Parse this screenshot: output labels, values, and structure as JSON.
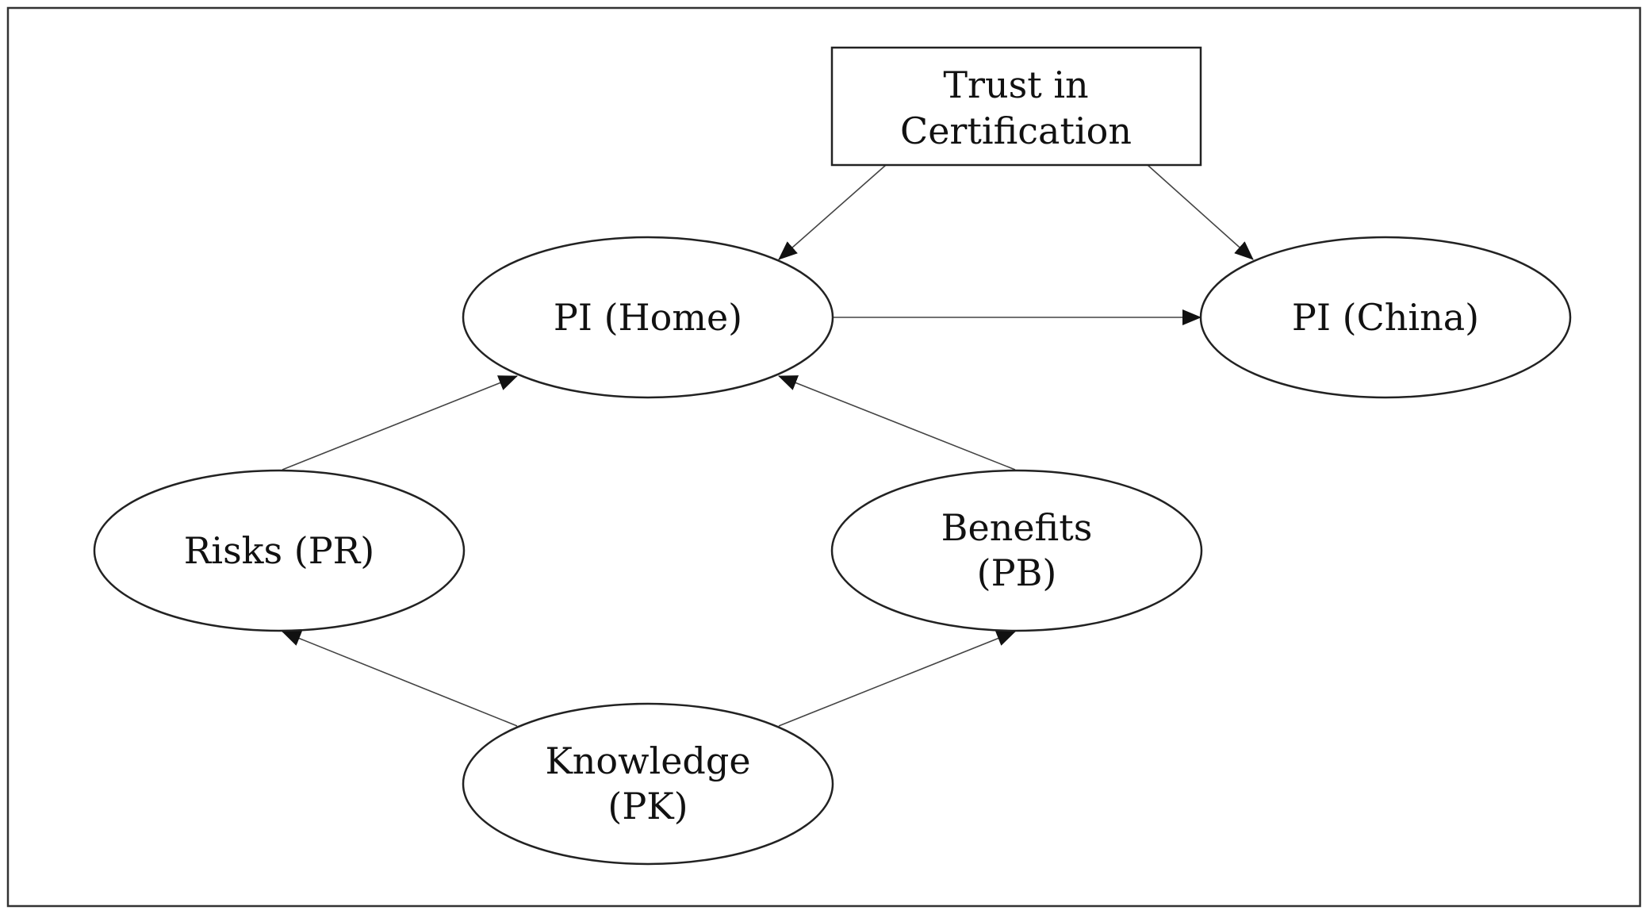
{
  "nodes": {
    "trust": {
      "lines": [
        "Trust in",
        "Certification"
      ],
      "shape": "rectangle"
    },
    "pi_home": {
      "lines": [
        "PI (Home)"
      ],
      "shape": "ellipse"
    },
    "pi_china": {
      "lines": [
        "PI (China)"
      ],
      "shape": "ellipse"
    },
    "risks": {
      "lines": [
        "Risks (PR)"
      ],
      "shape": "ellipse"
    },
    "benefits": {
      "lines": [
        "Benefits",
        "(PB)"
      ],
      "shape": "ellipse"
    },
    "knowledge": {
      "lines": [
        "Knowledge",
        "(PK)"
      ],
      "shape": "ellipse"
    }
  },
  "edges": [
    {
      "from": "trust",
      "to": "pi_home"
    },
    {
      "from": "trust",
      "to": "pi_china"
    },
    {
      "from": "pi_home",
      "to": "pi_china"
    },
    {
      "from": "risks",
      "to": "pi_home"
    },
    {
      "from": "benefits",
      "to": "pi_home"
    },
    {
      "from": "knowledge",
      "to": "risks"
    },
    {
      "from": "knowledge",
      "to": "benefits"
    }
  ],
  "colors": {
    "stroke": "#222222",
    "edge": "#444444",
    "text": "#111111",
    "background": "#ffffff"
  }
}
